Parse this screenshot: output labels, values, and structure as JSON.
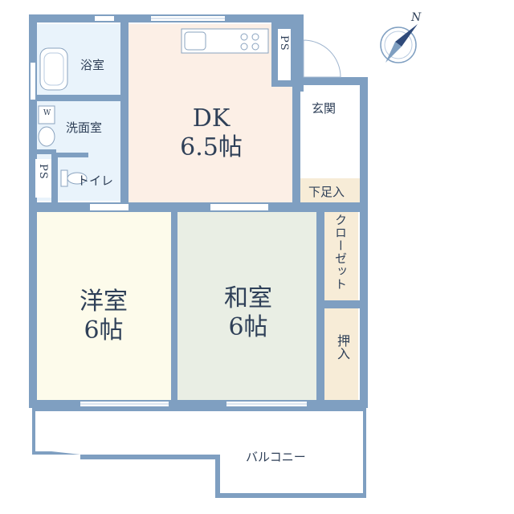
{
  "rooms": {
    "bath": "浴室",
    "washroom": "洗面室",
    "toilet": "トイレ",
    "ps_left": "PS",
    "ps_top": "PS",
    "dk_name": "DK",
    "dk_size": "6.5帖",
    "entrance": "玄関",
    "shoe_cabinet": "下足入",
    "closet": "クローゼット",
    "western_name": "洋室",
    "western_size": "6帖",
    "japanese_name": "和室",
    "japanese_size": "6帖",
    "oshiire": "押入",
    "balcony": "バルコニー",
    "washer_mark": "W"
  },
  "compass": {
    "label": "N"
  },
  "colors": {
    "wall": "#7f9fc1",
    "wet_area": "#e9f3fb",
    "dk_floor": "#fcefe6",
    "western_floor": "#fdfbeb",
    "japanese_floor": "#e9eee4",
    "storage": "#f7ecd7",
    "text": "#2f4058"
  }
}
